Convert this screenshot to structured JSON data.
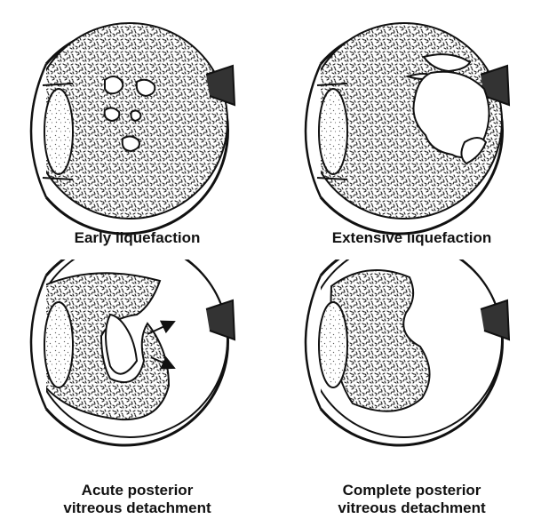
{
  "panels": [
    {
      "id": "early",
      "caption_lines": [
        "Early liquefaction"
      ]
    },
    {
      "id": "extensive",
      "caption_lines": [
        "Extensive liquefaction"
      ]
    },
    {
      "id": "acute",
      "caption_lines": [
        "Acute posterior",
        "vitreous detachment"
      ]
    },
    {
      "id": "complete",
      "caption_lines": [
        "Complete posterior",
        "vitreous detachment"
      ]
    }
  ],
  "colors": {
    "ink": "#111111",
    "paper": "#ffffff",
    "speckle": "#1a1a1a"
  }
}
